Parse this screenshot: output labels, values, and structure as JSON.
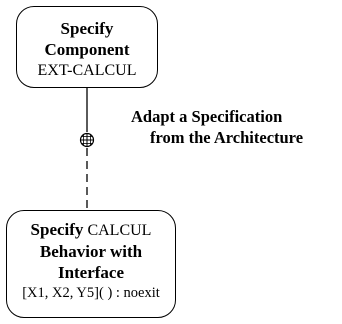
{
  "diagram": {
    "top_node": {
      "title_line1": "Specify",
      "title_line2": "Component",
      "name": "EXT-CALCUL"
    },
    "relation": {
      "label_line1": "Adapt  a Specification",
      "label_line2": "from the Architecture"
    },
    "bottom_node": {
      "keyword": "Specify",
      "name": "CALCUL",
      "title_line2": "Behavior with",
      "title_line3": "Interface",
      "signature": "[X1, X2, Y5]( ) : noexit"
    }
  }
}
